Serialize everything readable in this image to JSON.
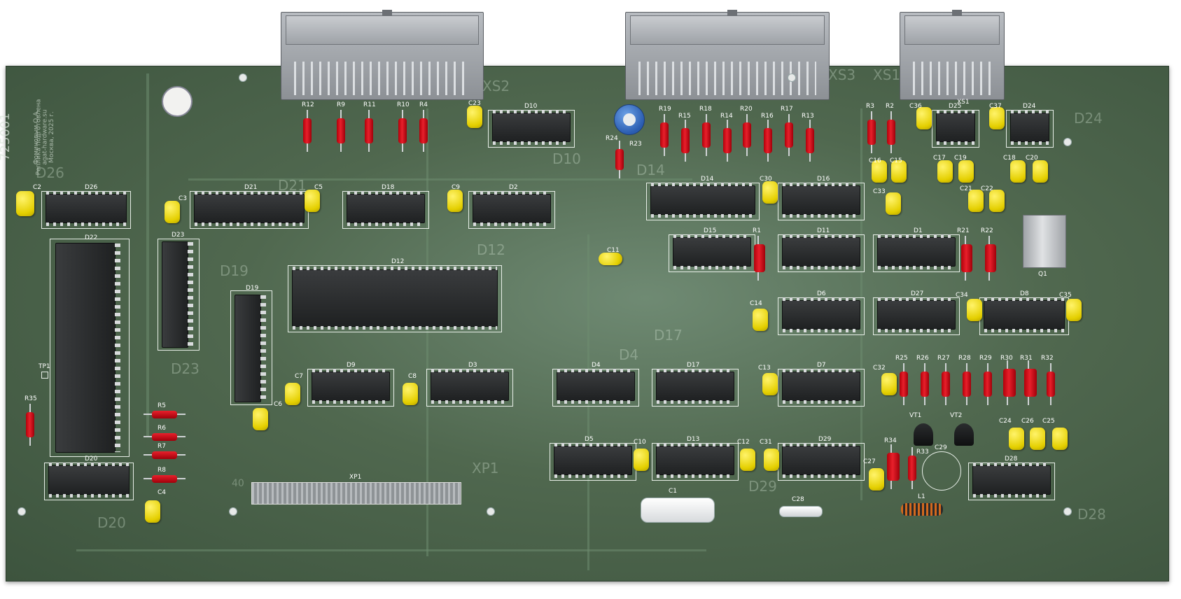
{
  "board": {
    "title": "725001",
    "notes": [
      "Реплика подготовлена",
      "Фоминовым О.А.",
      "agat-hardware.su",
      "Москва, 2025 г."
    ]
  },
  "connectors": {
    "xs2": "XS2",
    "xs3": "XS3",
    "xs1": "XS1",
    "xp1": "XP1",
    "xp1_pin40": "40"
  },
  "ics": {
    "d26": "D26",
    "d21": "D21",
    "d18": "D18",
    "d2": "D2",
    "d10": "D10",
    "d14": "D14",
    "d16": "D16",
    "d25": "D25",
    "d24": "D24",
    "d22": "D22",
    "d23": "D23",
    "d19": "D19",
    "d12": "D12",
    "d15": "D15",
    "d11": "D11",
    "d1": "D1",
    "d6": "D6",
    "d27": "D27",
    "d8": "D8",
    "d9": "D9",
    "d3": "D3",
    "d4": "D4",
    "d17": "D17",
    "d7": "D7",
    "d5": "D5",
    "d13": "D13",
    "d29": "D29",
    "d28": "D28",
    "d20": "D20"
  },
  "resistors": {
    "r12": "R12",
    "r9": "R9",
    "r11": "R11",
    "r10": "R10",
    "r4": "R4",
    "r19": "R19",
    "r15": "R15",
    "r18": "R18",
    "r14": "R14",
    "r20": "R20",
    "r16": "R16",
    "r17": "R17",
    "r13": "R13",
    "r3": "R3",
    "r2": "R2",
    "r24": "R24",
    "r23": "R23",
    "r1": "R1",
    "r21": "R21",
    "r22": "R22",
    "r25": "R25",
    "r26": "R26",
    "r27": "R27",
    "r28": "R28",
    "r29": "R29",
    "r30": "R30",
    "r31": "R31",
    "r32": "R32",
    "r33": "R33",
    "r34": "R34",
    "r35": "R35",
    "r5": "R5",
    "r6": "R6",
    "r7": "R7",
    "r8": "R8"
  },
  "capacitors": {
    "c2": "C2",
    "c3": "C3",
    "c5": "C5",
    "c9": "C9",
    "c23": "C23",
    "c30": "C30",
    "c36": "C36",
    "c37": "C37",
    "c16": "C16",
    "c15": "C15",
    "c17": "C17",
    "c19": "C19",
    "c18": "C18",
    "c20": "C20",
    "c33": "C33",
    "c21": "C21",
    "c22": "C22",
    "c11": "C11",
    "c14": "C14",
    "c34": "C34",
    "c35": "C35",
    "c7": "C7",
    "c8": "C8",
    "c6": "C6",
    "c13": "C13",
    "c32": "C32",
    "c10": "C10",
    "c12": "C12",
    "c31": "C31",
    "c27": "C27",
    "c24": "C24",
    "c26": "C26",
    "c25": "C25",
    "c29": "C29",
    "c4": "C4",
    "c1": "C1",
    "c28": "C28"
  },
  "other": {
    "vt1": "VT1",
    "vt2": "VT2",
    "l1": "L1",
    "tp1": "TP1",
    "q1": "Q1"
  }
}
